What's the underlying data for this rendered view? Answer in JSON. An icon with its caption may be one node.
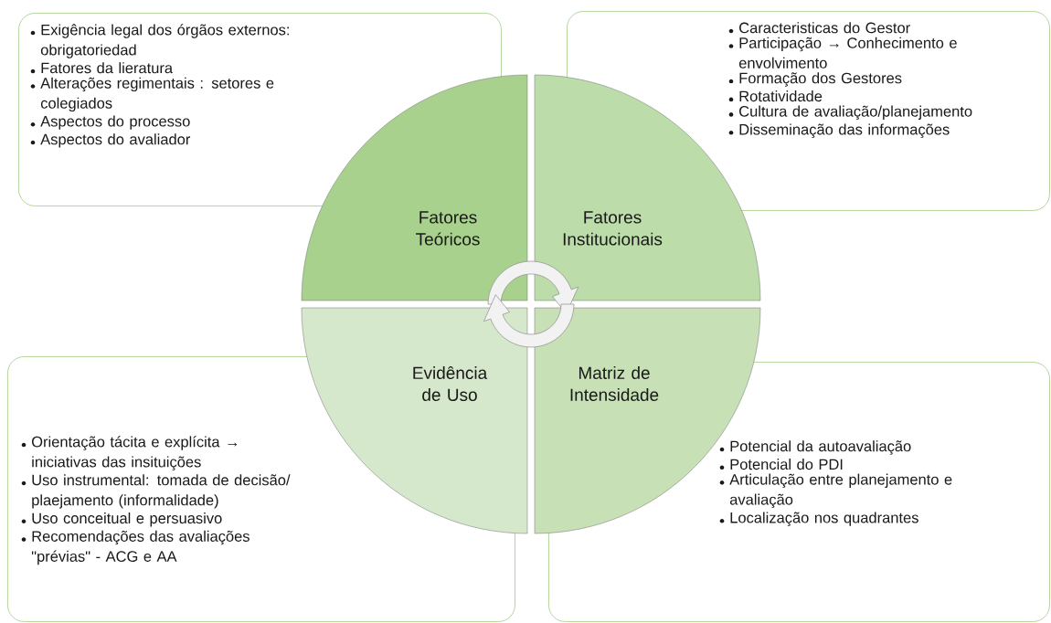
{
  "diagram": {
    "nodes": [
      {
        "text": [
          "Exigência legal dos órgãos externos: obrigatoriedad",
          "Fatores da lieratura",
          "Alterações regimentais : setores e colegiados",
          "Aspectos do processo",
          "Aspectos do avaliador"
        ]
      },
      {
        "text": [
          "Caracteristicas do Gestor",
          "Participação → Conhecimento e envolvimento",
          "Formação dos Gestores",
          "Rotatividade",
          "Cultura de avaliação/planejamento",
          "Disseminação das informações"
        ]
      },
      {
        "text": [
          "Fatores Teóricos"
        ]
      },
      {
        "text": [
          "Fatores Institucionais"
        ]
      },
      {
        "text": [
          "Evidência de Uso"
        ]
      },
      {
        "text": [
          "Matriz de Intensidade"
        ]
      },
      {
        "text": [
          "Orientação tácita e explícita → iniciativas das insituições",
          "Uso instrumental: tomada de decisão/ plaejamento (informalidade)",
          "Uso conceitual e persuasivo",
          "Recomendações das avaliações \"prévias\" - ACG e AA"
        ]
      },
      {
        "text": [
          "Potencial da autoavaliação",
          "Potencial do PDI",
          "Articulação entre planejamento e avaliação",
          "Localização nos quadrantes"
        ]
      }
    ],
    "edges": [
      {
        "from": 2,
        "to": 3,
        "arrow": "to"
      },
      {
        "from": 5,
        "to": 4,
        "arrow": "to"
      }
    ]
  }
}
